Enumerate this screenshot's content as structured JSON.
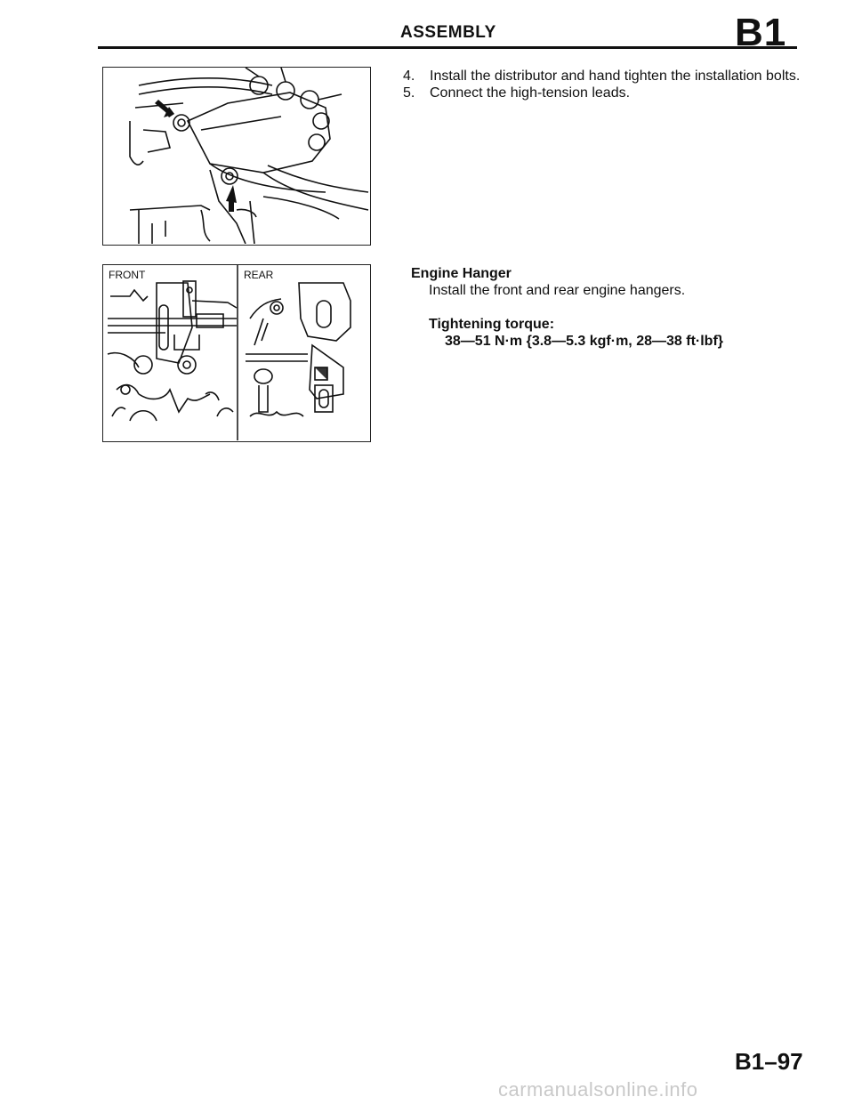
{
  "header": {
    "title": "ASSEMBLY",
    "section_code": "B1"
  },
  "figures": {
    "distributor": {
      "icon": "distributor-illustration"
    },
    "engine_hanger": {
      "front_label": "FRONT",
      "rear_label": "REAR"
    }
  },
  "steps": [
    {
      "number": "4.",
      "text": "Install the distributor and hand tighten the installation bolts."
    },
    {
      "number": "5.",
      "text": "Connect the high-tension leads."
    }
  ],
  "engine_hanger": {
    "title": "Engine Hanger",
    "instruction": "Install the front and rear engine hangers.",
    "torque_label": "Tightening torque:",
    "torque_value": "38—51 N·m {3.8—5.3 kgf·m, 28—38 ft·lbf}"
  },
  "footer": {
    "page_number": "B1–97",
    "watermark": "carmanualsonline.info"
  }
}
